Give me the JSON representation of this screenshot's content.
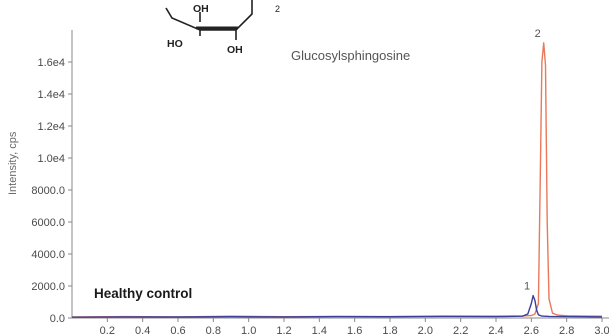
{
  "chart_data": {
    "type": "line",
    "ylabel": "Intensity, cps",
    "xlim": [
      0.0,
      3.0
    ],
    "ylim": [
      0,
      18000
    ],
    "x_ticks": [
      {
        "v": 0.2,
        "label": "0.2"
      },
      {
        "v": 0.4,
        "label": "0.4"
      },
      {
        "v": 0.6,
        "label": "0.6"
      },
      {
        "v": 0.8,
        "label": "0.8"
      },
      {
        "v": 1.0,
        "label": "1.0"
      },
      {
        "v": 1.2,
        "label": "1.2"
      },
      {
        "v": 1.4,
        "label": "1.4"
      },
      {
        "v": 1.6,
        "label": "1.6"
      },
      {
        "v": 1.8,
        "label": "1.8"
      },
      {
        "v": 2.0,
        "label": "2.0"
      },
      {
        "v": 2.2,
        "label": "2.2"
      },
      {
        "v": 2.4,
        "label": "2.4"
      },
      {
        "v": 2.6,
        "label": "2.6"
      },
      {
        "v": 2.8,
        "label": "2.8"
      },
      {
        "v": 3.0,
        "label": "3.0"
      }
    ],
    "y_ticks": [
      {
        "v": 0,
        "label": "0.0"
      },
      {
        "v": 2000,
        "label": "2000.0"
      },
      {
        "v": 4000,
        "label": "4000.0"
      },
      {
        "v": 6000,
        "label": "6000.0"
      },
      {
        "v": 8000,
        "label": "8000.0"
      },
      {
        "v": 10000,
        "label": "1.0e4"
      },
      {
        "v": 12000,
        "label": "1.2e4"
      },
      {
        "v": 14000,
        "label": "1.4e4"
      },
      {
        "v": 16000,
        "label": "1.6e4"
      }
    ],
    "grid": false,
    "series": [
      {
        "color": "#e8795a",
        "x": [
          0.0,
          0.3,
          0.6,
          0.9,
          1.2,
          1.5,
          1.8,
          2.1,
          2.4,
          2.55,
          2.6,
          2.62,
          2.64,
          2.65,
          2.66,
          2.67,
          2.68,
          2.69,
          2.7,
          2.72,
          2.75,
          2.8,
          2.9,
          3.0
        ],
        "y": [
          60,
          90,
          70,
          110,
          80,
          100,
          90,
          120,
          110,
          130,
          150,
          250,
          900,
          8500,
          16000,
          17200,
          15800,
          6000,
          1200,
          300,
          180,
          140,
          120,
          110
        ]
      },
      {
        "color": "#3b3f9c",
        "x": [
          0.0,
          0.3,
          0.6,
          0.9,
          1.2,
          1.5,
          1.8,
          2.1,
          2.4,
          2.55,
          2.58,
          2.6,
          2.61,
          2.62,
          2.63,
          2.64,
          2.66,
          2.7,
          2.8,
          2.9,
          3.0
        ],
        "y": [
          50,
          70,
          60,
          80,
          70,
          90,
          80,
          100,
          90,
          110,
          250,
          900,
          1400,
          1100,
          500,
          200,
          120,
          100,
          90,
          80,
          70
        ]
      }
    ],
    "annotations": {
      "compound_name": "Glucosylsphingosine",
      "group_name": "Healthy control",
      "peak_labels": [
        {
          "text": "1",
          "x": 2.61,
          "y": 1400
        },
        {
          "text": "2",
          "x": 2.67,
          "y": 17200
        }
      ],
      "structure_labels": [
        "OH",
        "HO",
        "OH",
        "2"
      ]
    }
  }
}
